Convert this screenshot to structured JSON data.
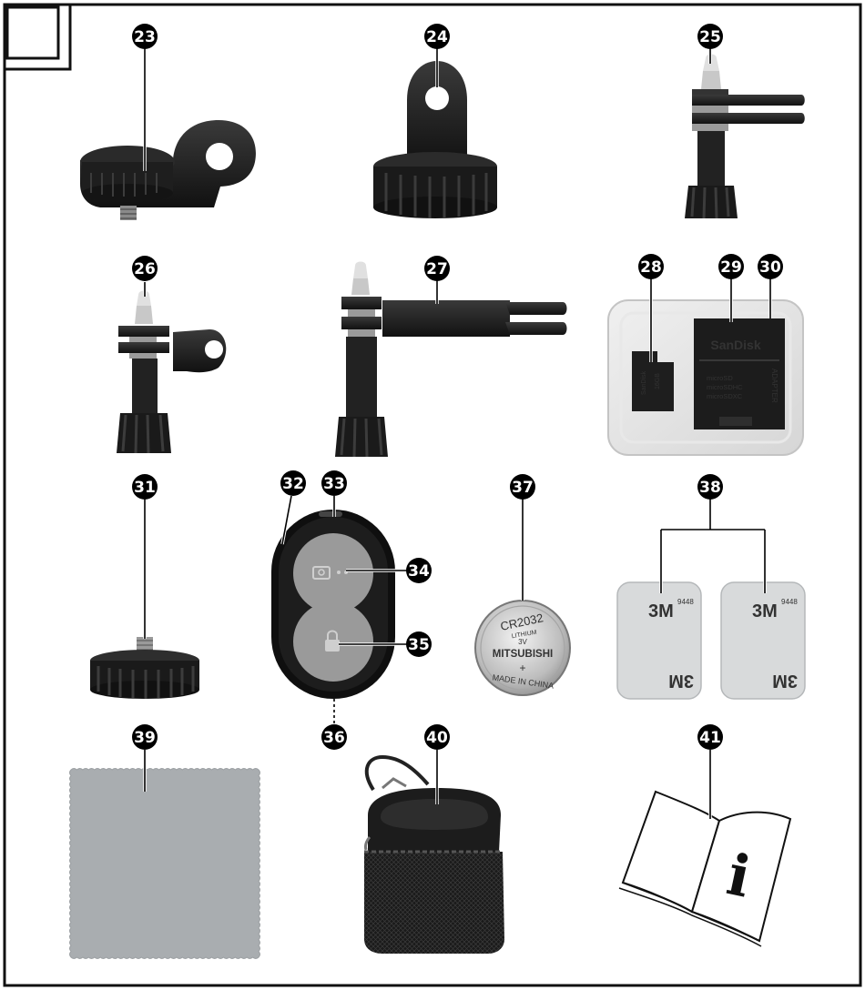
{
  "callouts": [
    "23",
    "24",
    "25",
    "26",
    "27",
    "28",
    "29",
    "30",
    "31",
    "32",
    "33",
    "34",
    "35",
    "36",
    "37",
    "38",
    "39",
    "40",
    "41"
  ],
  "labels": {
    "sd_brand": "SanDisk",
    "sd_formats": [
      "microSD",
      "microSDHC",
      "microSDXC"
    ],
    "sd_adapter": "ADAPTER",
    "micro_brand": "SanDisk",
    "micro_line1": "16GB",
    "battery_model": "CR2032",
    "battery_chem": "LITHIUM",
    "battery_volt": "3V",
    "battery_brand": "MITSUBISHI",
    "battery_origin": "MADE IN CHINA",
    "battery_plus": "+",
    "pad_brand": "3M",
    "pad_code": "9448",
    "info_glyph": "i"
  },
  "colors": {
    "frame": "#111111",
    "callout_bg": "#000000",
    "callout_text": "#ffffff",
    "part_dark": "#1c1c1c",
    "part_grey": "#8c8c8c",
    "cloth": "#a9adb0",
    "pad": "#d8dadb"
  }
}
